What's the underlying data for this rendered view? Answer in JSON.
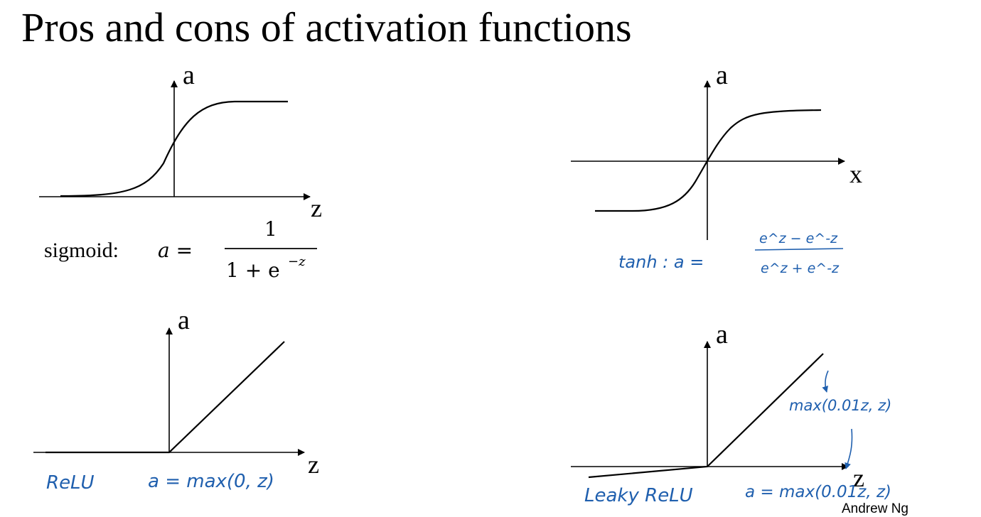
{
  "title": "Pros and cons of activation functions",
  "sigmoid": {
    "axis_a": "a",
    "axis_z": "z",
    "label": "sigmoid:",
    "lhs": "a =",
    "numerator": "1",
    "denominator": "1 + e",
    "exponent": "−z"
  },
  "tanh": {
    "axis_a": "a",
    "axis_x": "x",
    "note_left": "tanh :  a =",
    "note_num": "e^z − e^-z",
    "note_den": "e^z + e^-z"
  },
  "relu": {
    "axis_a": "a",
    "axis_z": "z",
    "note_name": "ReLU",
    "note_formula": "a = max(0, z)"
  },
  "leaky": {
    "axis_a": "a",
    "axis_z": "z",
    "note_upper": "max(0.01z, z)",
    "note_name": "Leaky ReLU",
    "note_formula": "a = max(0.01z, z)"
  },
  "credit": "Andrew Ng",
  "colors": {
    "ink": "#000000",
    "annotation": "#1f5fae"
  }
}
